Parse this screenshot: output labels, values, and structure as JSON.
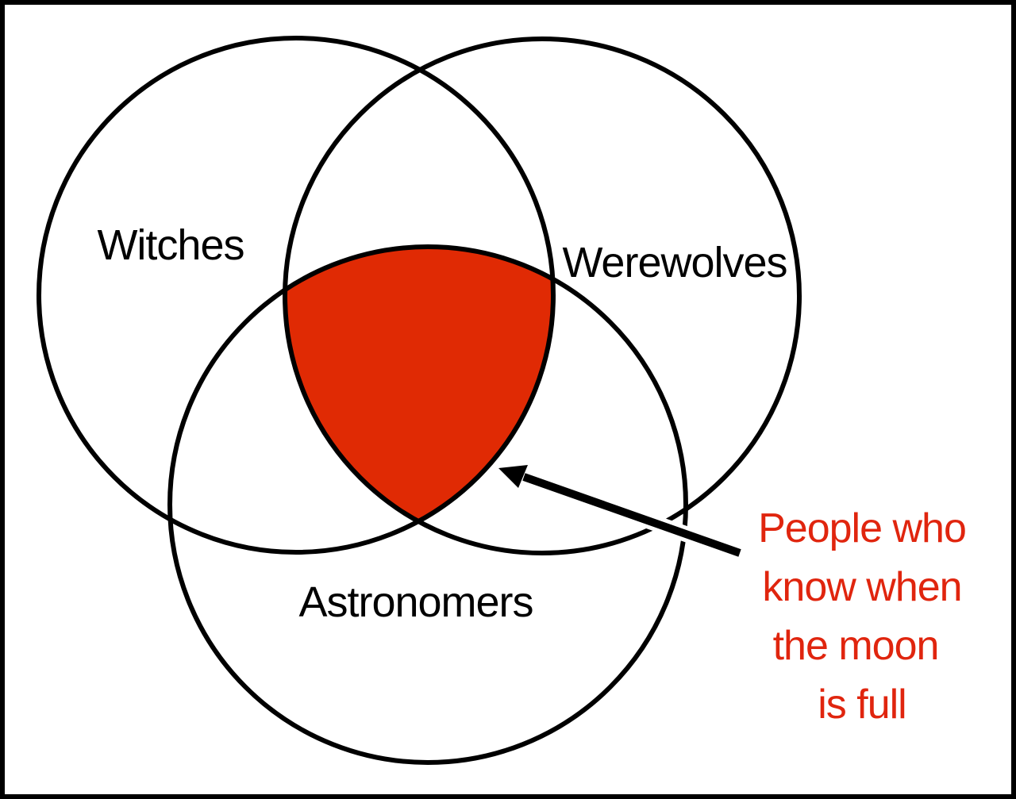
{
  "sets": [
    {
      "label": "Witches"
    },
    {
      "label": "Werewolves"
    },
    {
      "label": "Astronomers"
    }
  ],
  "intersection": {
    "annotation_lines": [
      "People who",
      "know when",
      "the moon",
      "is full"
    ],
    "fill_color": "#e02a04",
    "text_color": "#e0250e"
  },
  "icons": {
    "arrow": "arrow-left-up-icon"
  }
}
